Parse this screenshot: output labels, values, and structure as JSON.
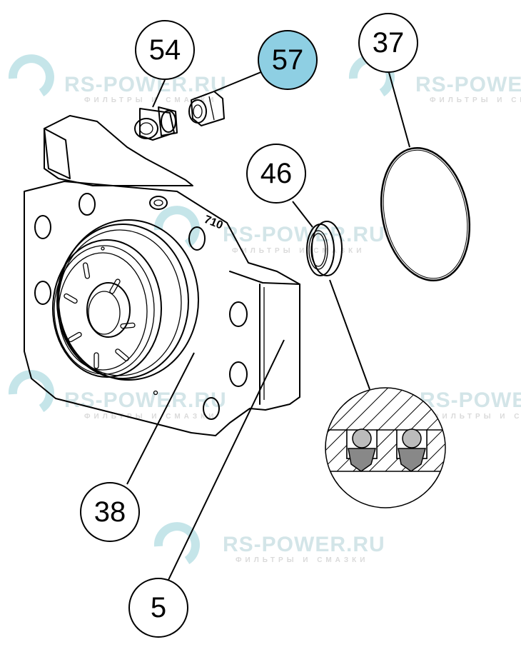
{
  "watermark": {
    "brand": "RS-POWER.RU",
    "tagline": "ФИЛЬТРЫ И СМАЗКИ",
    "color": "#a8d8de"
  },
  "callouts": [
    {
      "id": "54",
      "label": "54",
      "fill": "#ffffff"
    },
    {
      "id": "57",
      "label": "57",
      "fill": "#8ecfe3"
    },
    {
      "id": "37",
      "label": "37",
      "fill": "#ffffff"
    },
    {
      "id": "46",
      "label": "46",
      "fill": "#ffffff"
    },
    {
      "id": "38",
      "label": "38",
      "fill": "#ffffff"
    },
    {
      "id": "5",
      "label": "5",
      "fill": "#ffffff"
    }
  ],
  "housing_marking": "710"
}
